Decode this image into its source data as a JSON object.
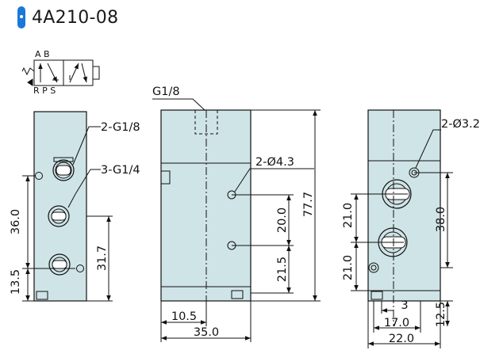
{
  "title": "4A210-08",
  "colors": {
    "body_fill": "#cfe4e6",
    "line": "#111111",
    "accent": "#1a78d8"
  },
  "symbol": {
    "top_ports": "A B",
    "bottom_ports": "R P S"
  },
  "left_view": {
    "port_top": "2-G1/8",
    "port_side": "3-G1/4",
    "dim_36": "36.0",
    "dim_13_5": "13.5",
    "dim_31_7": "31.7"
  },
  "front_view": {
    "port_top": "G1/8",
    "holes": "2-Ø4.3",
    "dim_20": "20.0",
    "dim_21_5": "21.5",
    "dim_77_7": "77.7",
    "dim_10_5": "10.5",
    "dim_35": "35.0"
  },
  "right_view": {
    "holes": "2-Ø3.2",
    "dim_21a": "21.0",
    "dim_21b": "21.0",
    "dim_38": "38.0",
    "dim_3": "3",
    "dim_17": "17.0",
    "dim_12_5": "12.5",
    "dim_22": "22.0"
  }
}
